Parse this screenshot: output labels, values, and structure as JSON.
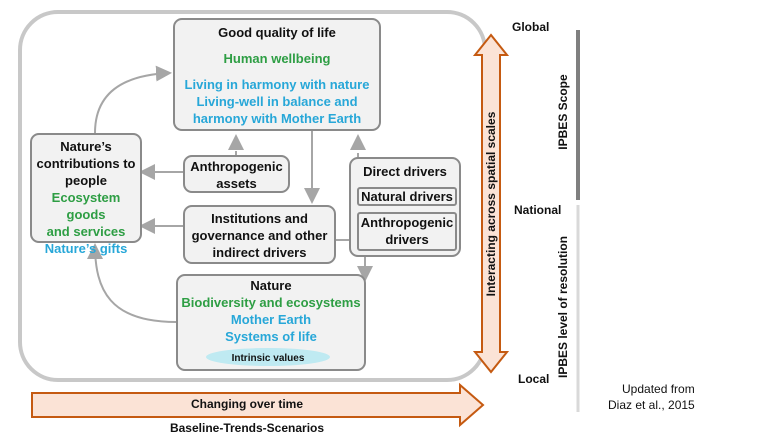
{
  "quality_of_life": {
    "title": "Good quality of life",
    "line1": "Human wellbeing",
    "line2": "Living in harmony with nature",
    "line3": "Living-well in balance and",
    "line4": "harmony with Mother Earth"
  },
  "contributions": {
    "line1": "Nature’s",
    "line2": "contributions to",
    "line3": "people",
    "line4": "Ecosystem goods",
    "line5": "and services",
    "line6": "Nature’s gifts"
  },
  "anthropogenic_assets": {
    "line1": "Anthropogenic",
    "line2": "assets"
  },
  "institutions": {
    "line1": "Institutions and",
    "line2": "governance and other",
    "line3": "indirect drivers"
  },
  "direct_drivers": {
    "title": "Direct drivers",
    "natural": "Natural drivers",
    "anthropogenic_line1": "Anthropogenic",
    "anthropogenic_line2": "drivers"
  },
  "nature": {
    "title": "Nature",
    "line1": "Biodiversity and ecosystems",
    "line2": "Mother Earth",
    "line3": "Systems of life",
    "intrinsic": "Intrinsic values"
  },
  "spatial": {
    "global": "Global",
    "national": "National",
    "local": "Local",
    "arrow_label": "Interacting across spatial scales",
    "ipbes_scope": "IPBES Scope",
    "ipbes_resolution": "IPBES level of resolution"
  },
  "time": {
    "arrow_label": "Changing over time",
    "caption": "Baseline-Trends-Scenarios"
  },
  "credit": {
    "line1": "Updated  from",
    "line2": "Diaz et al., 2015"
  },
  "colors": {
    "green": "#2e9e44",
    "blue": "#27a7d8",
    "arrow_fill": "#fbe3d6",
    "arrow_stroke": "#c55a11"
  }
}
